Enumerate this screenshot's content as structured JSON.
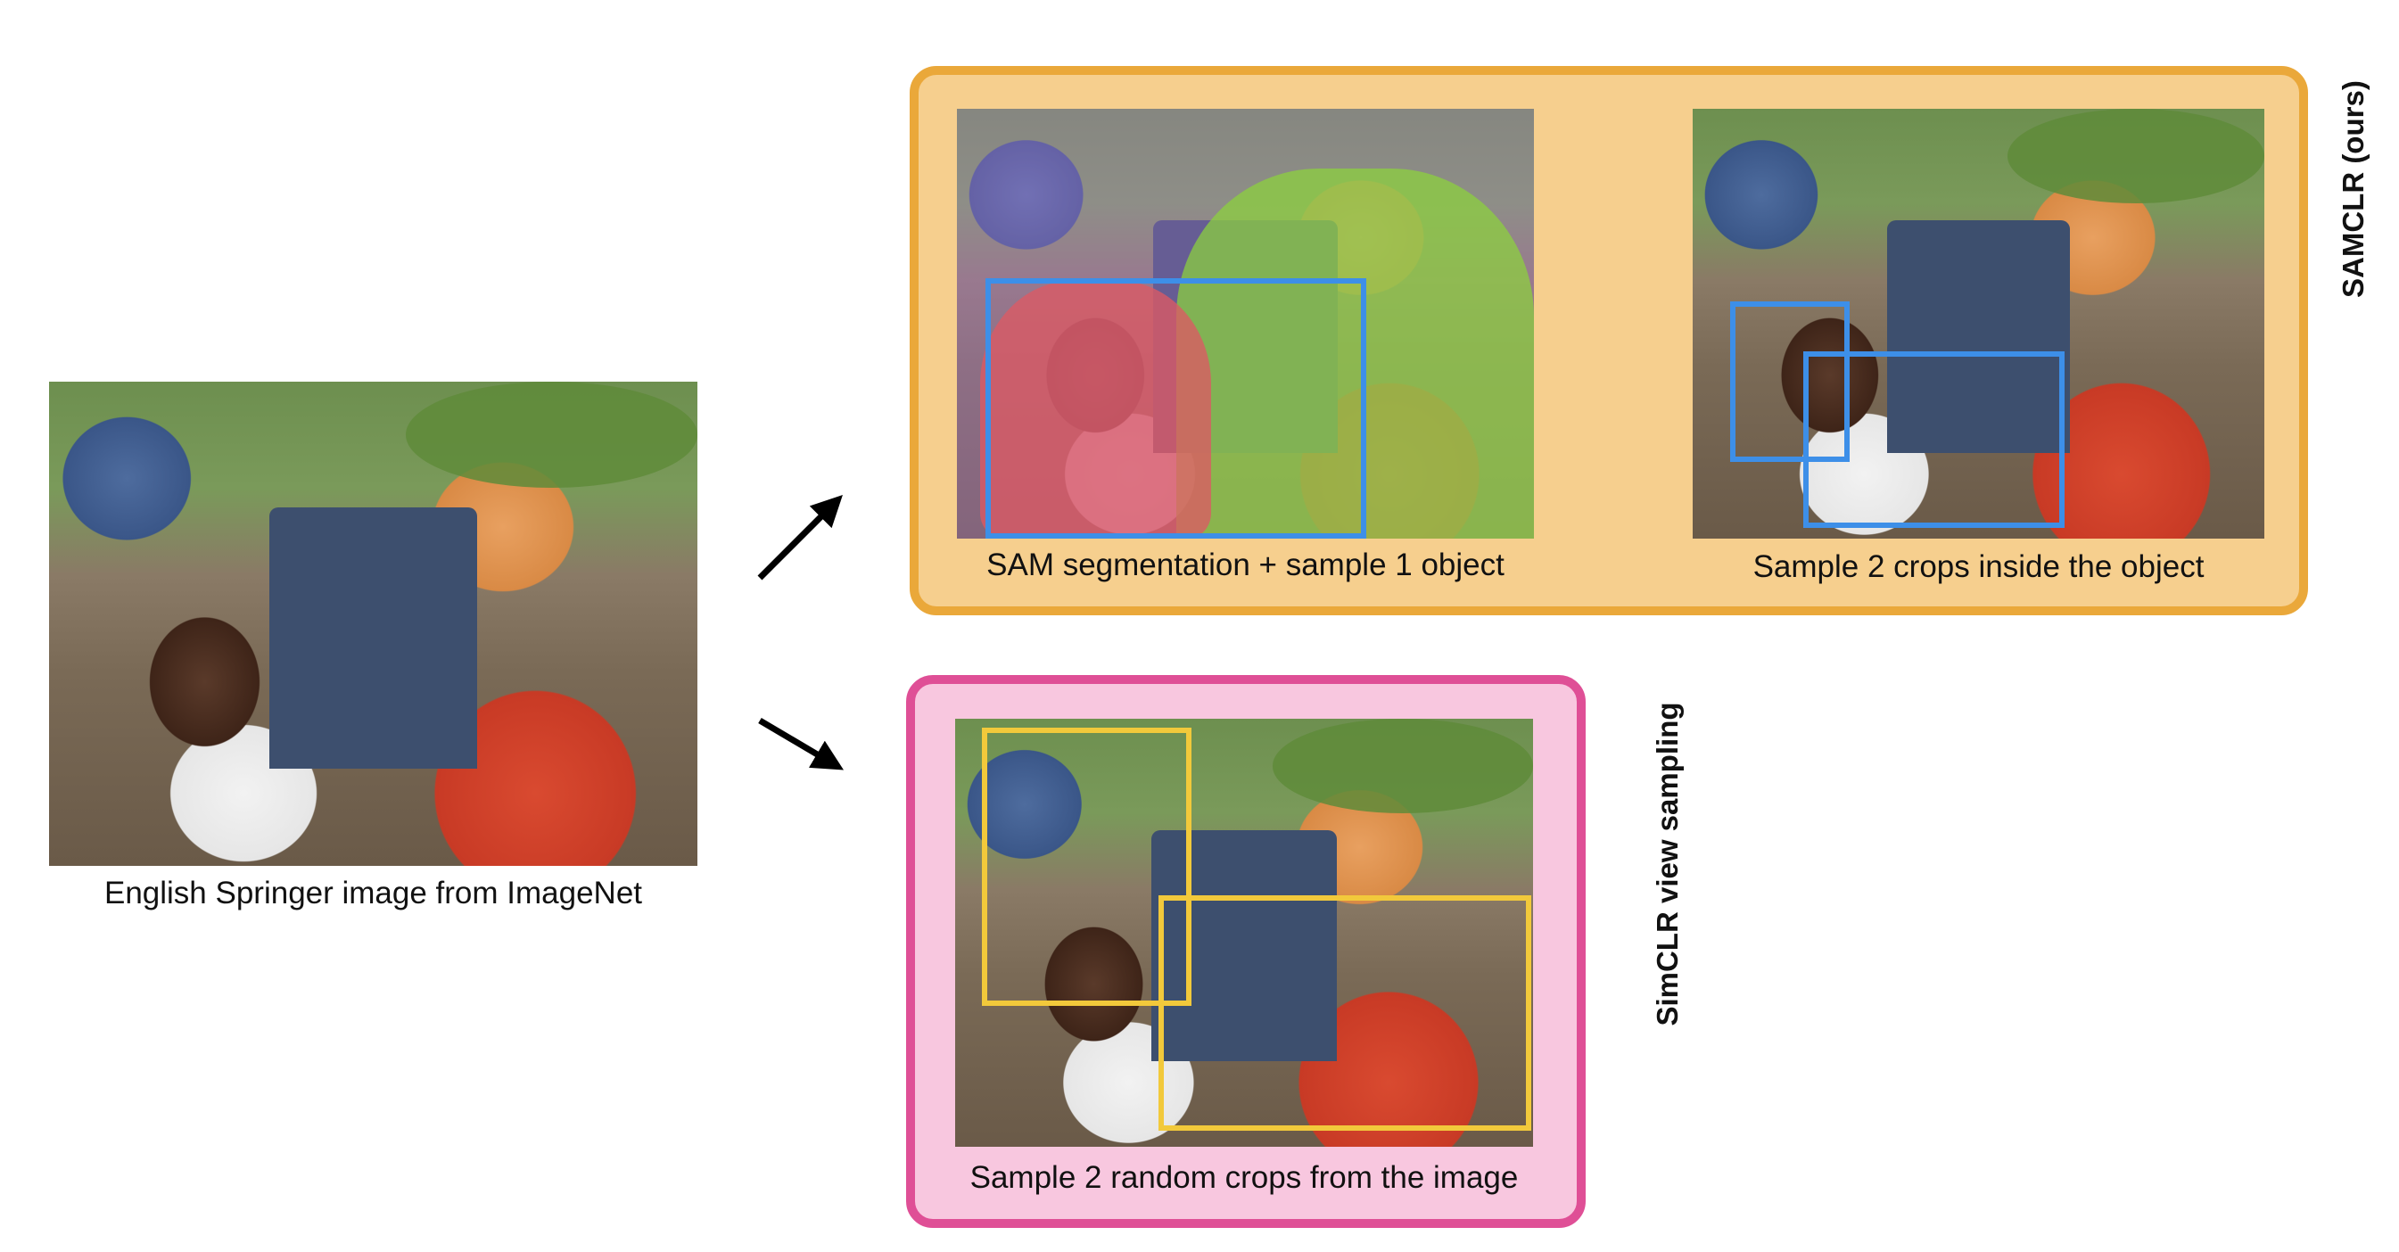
{
  "source": {
    "caption": "English Springer image from ImageNet"
  },
  "samclr": {
    "side_label": "SAMCLR (ours)",
    "step1_caption": "SAM segmentation + sample 1 object",
    "step2_caption": "Sample 2 crops inside the object",
    "box_color": "#eaa83a",
    "fill_color": "#f6cf8e",
    "crop_color": "#3d8fe8"
  },
  "simclr": {
    "side_label": "SimCLR view sampling",
    "caption": "Sample 2 random crops from the image",
    "box_color": "#df4f96",
    "fill_color": "#f8c7df",
    "crop_color": "#f2c93b"
  }
}
